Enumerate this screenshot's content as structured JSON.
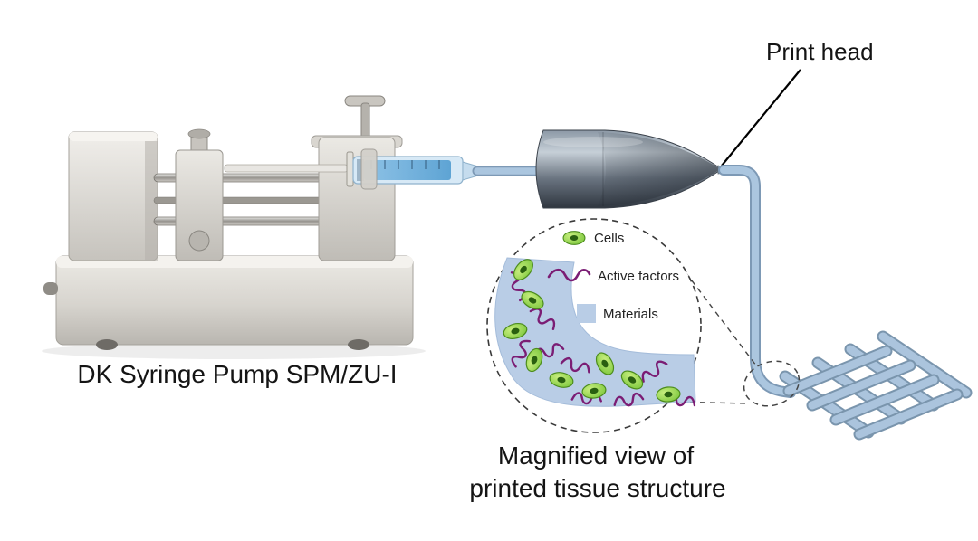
{
  "labels": {
    "print_head": "Print head",
    "pump_caption": "DK Syringe Pump SPM/ZU-I",
    "magnified_caption_line1": "Magnified view of",
    "magnified_caption_line2": "printed tissue structure"
  },
  "legend": {
    "cells": "Cells",
    "active_factors": "Active factors",
    "materials": "Materials"
  },
  "colors": {
    "material_blue": "#b9cde6",
    "tube_blue": "#abc6df",
    "tube_edge_blue": "#7d99b5",
    "cell_green": "#70c133",
    "active_factor_purple": "#7b1d74",
    "print_head_dark": "#2f363f",
    "pump_gray": "#d7d4ce"
  }
}
